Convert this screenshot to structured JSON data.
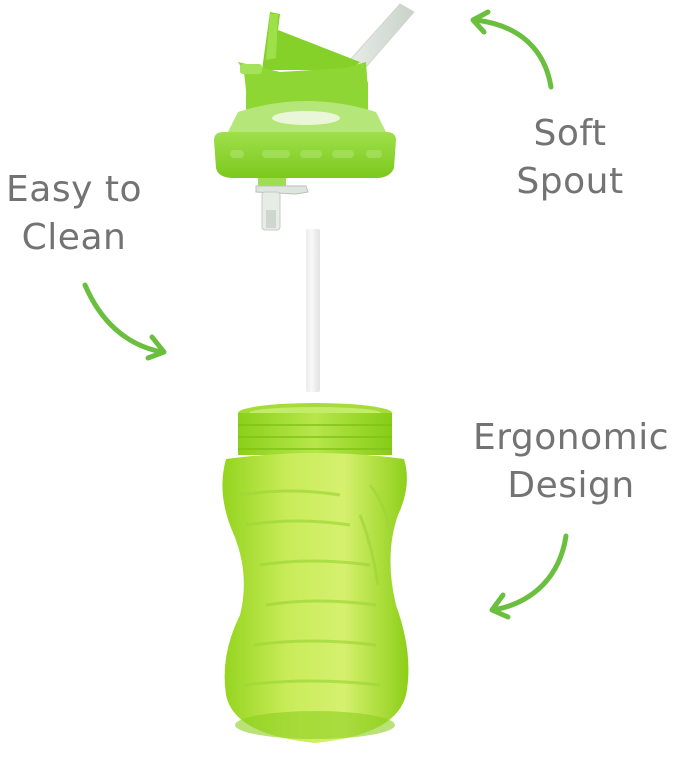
{
  "image": {
    "type": "product-infographic",
    "product": "spill-proof straw sippy cup (disassembled)",
    "background_color": "#ffffff",
    "accent_color": "#6abf3f",
    "text_color": "#737373",
    "product_color": "#8cd21e"
  },
  "callouts": [
    {
      "id": "easy-to-clean",
      "lines": [
        "Easy to",
        "Clean"
      ],
      "arrow": "curved arrow pointing right-down toward straw"
    },
    {
      "id": "soft-spout",
      "lines": [
        "Soft",
        "Spout"
      ],
      "arrow": "curved arrow pointing up-left toward spout"
    },
    {
      "id": "ergonomic-design",
      "lines": [
        "Ergonomic",
        "Design"
      ],
      "arrow": "curved arrow pointing down-left toward cup body"
    }
  ],
  "parts": [
    {
      "name": "lid-with-spout",
      "description": "green lid with flip spout and clear straw tip"
    },
    {
      "name": "straw",
      "description": "white/clear removable straw"
    },
    {
      "name": "cup-body",
      "description": "green translucent hourglass-shaped cup with grip ridges"
    }
  ]
}
